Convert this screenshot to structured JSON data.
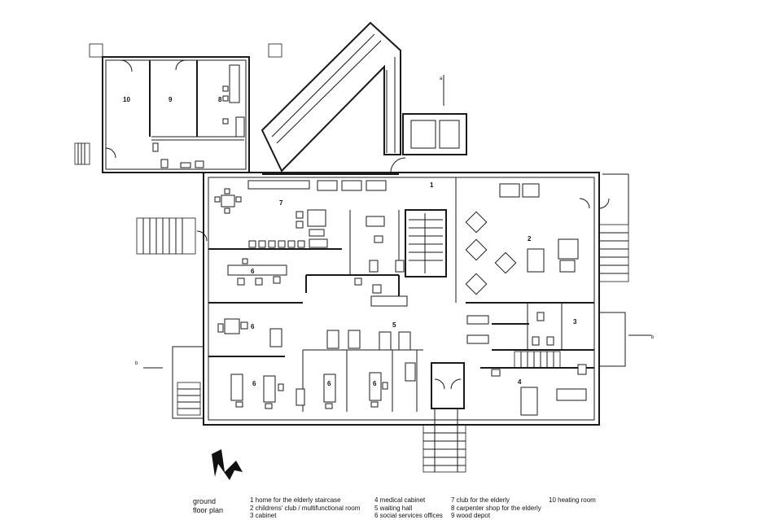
{
  "plan": {
    "title_line1": "ground",
    "title_line2": "floor plan",
    "section_marker": "a",
    "section_marker_b": "b"
  },
  "rooms": {
    "r1": "1",
    "r2": "2",
    "r3": "3",
    "r4": "4",
    "r5": "5",
    "r6a": "6",
    "r6b": "6",
    "r6c": "6",
    "r6d": "6",
    "r6e": "6",
    "r7": "7",
    "r8": "8",
    "r9": "9",
    "r10": "10"
  },
  "legend": {
    "col1": [
      "1 home for the elderly staircase",
      "2 childrens' club / multifunctional room",
      "3 cabinet"
    ],
    "col2": [
      "4 medical cabinet",
      "5 waiting hall",
      "6 social services offices"
    ],
    "col3": [
      "7 club for the elderly",
      "8 carpenter shop for the elderly",
      "9 wood depot"
    ],
    "col4": [
      "10 heating room"
    ]
  }
}
